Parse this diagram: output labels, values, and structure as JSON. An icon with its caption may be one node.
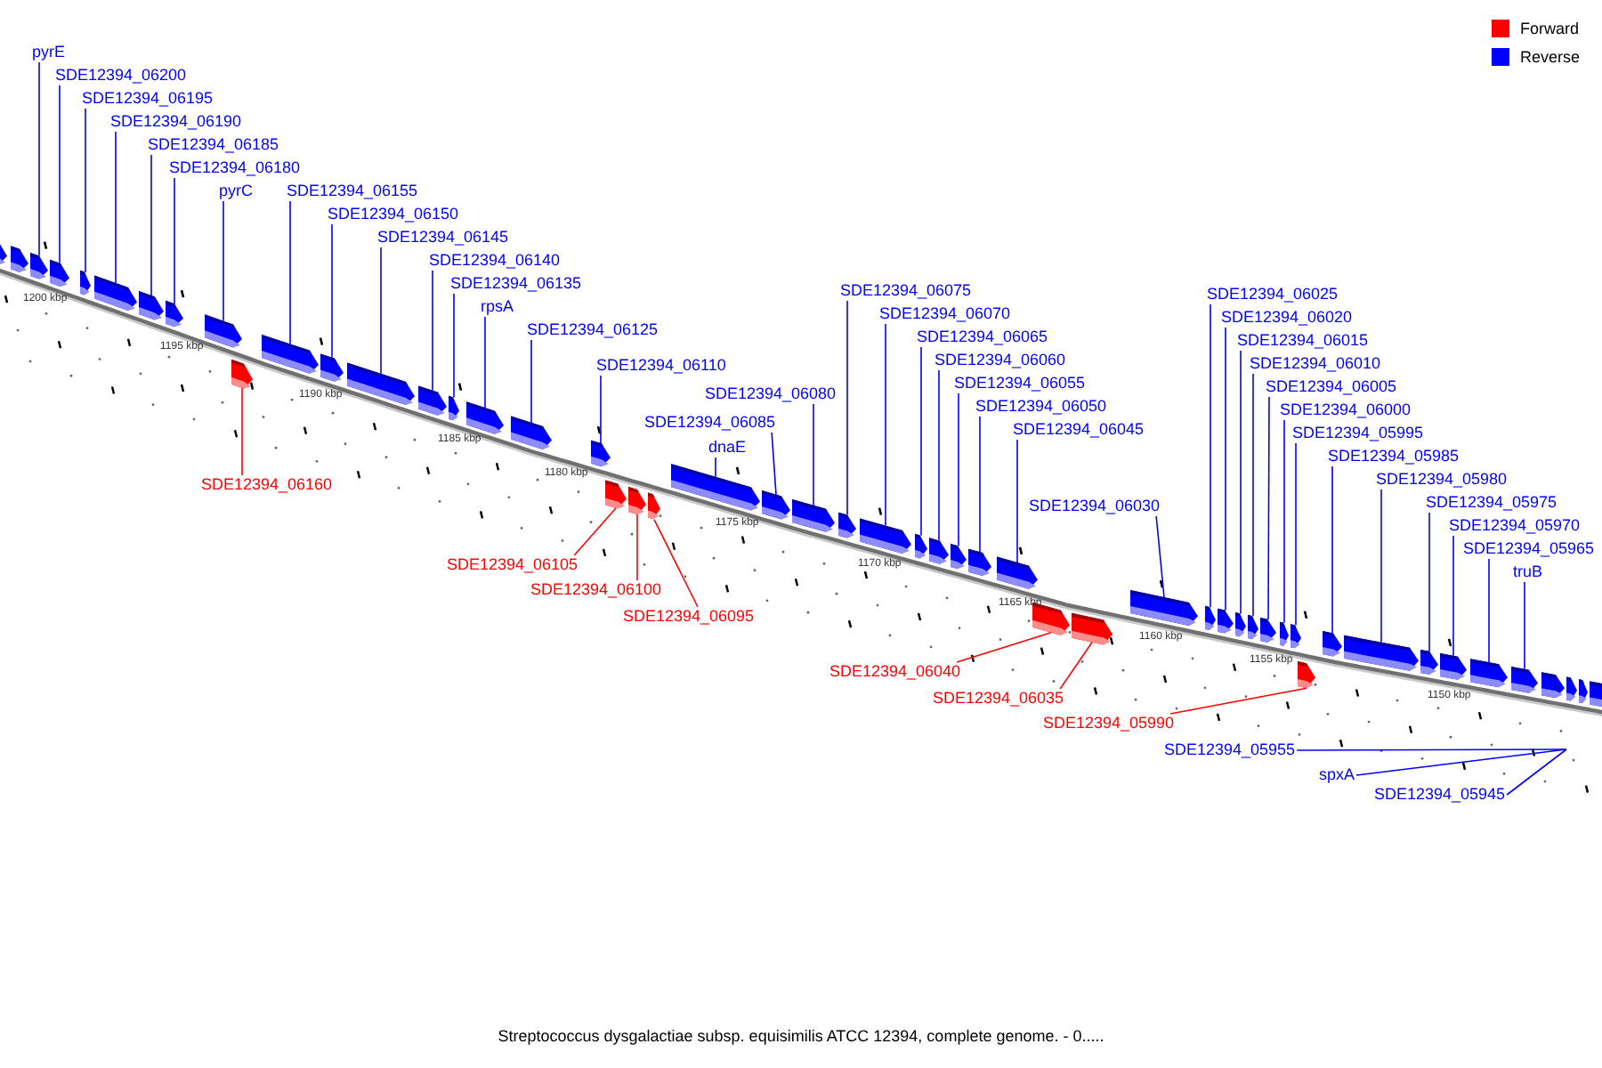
{
  "diagram": {
    "caption": "Streptococcus dysgalactiae subsp. equisimilis ATCC 12394, complete genome. - 0.....",
    "nodes": [
      {
        "text": [],
        "shape": "pentagon"
      },
      {
        "text": [],
        "shape": "pentagon"
      },
      {
        "text": [
          "pyrE"
        ]
      },
      {
        "text": [],
        "shape": "pentagon"
      },
      {
        "text": [
          "SDE12394_06200"
        ]
      },
      {
        "text": [],
        "shape": "pentagon"
      },
      {
        "text": [
          "SDE12394_06195"
        ]
      },
      {
        "text": [],
        "shape": "pentagon"
      },
      {
        "text": [
          "SDE12394_06190"
        ]
      },
      {
        "text": [],
        "shape": "pentagon"
      },
      {
        "text": [
          "SDE12394_06185"
        ]
      },
      {
        "text": [],
        "shape": "pentagon"
      },
      {
        "text": [
          "SDE12394_06180"
        ]
      },
      {
        "text": [],
        "shape": "pentagon"
      },
      {
        "text": [
          "pyrC"
        ]
      },
      {
        "text": [],
        "shape": "pentagon"
      },
      {
        "text": [
          "SDE12394_06160"
        ]
      },
      {
        "text": [],
        "shape": "pentagon"
      },
      {
        "text": [
          "SDE12394_06155"
        ]
      },
      {
        "text": [],
        "shape": "pentagon"
      },
      {
        "text": [
          "SDE12394_06150"
        ]
      },
      {
        "text": [],
        "shape": "pentagon"
      },
      {
        "text": [
          "SDE12394_06145"
        ]
      },
      {
        "text": [],
        "shape": "pentagon"
      },
      {
        "text": [
          "SDE12394_06140"
        ]
      },
      {
        "text": [],
        "shape": "pentagon"
      },
      {
        "text": [
          "SDE12394_06135"
        ]
      },
      {
        "text": [],
        "shape": "pentagon"
      },
      {
        "text": [
          "rpsA"
        ]
      },
      {
        "text": [],
        "shape": "pentagon"
      },
      {
        "text": [
          "SDE12394_06125"
        ]
      },
      {
        "text": [],
        "shape": "pentagon"
      },
      {
        "text": [
          "SDE12394_06110"
        ]
      },
      {
        "text": [],
        "shape": "pentagon"
      },
      {
        "text": [
          "SDE12394_06105"
        ]
      },
      {
        "text": [],
        "shape": "pentagon"
      },
      {
        "text": [
          "SDE12394_06100"
        ]
      },
      {
        "text": [],
        "shape": "pentagon"
      },
      {
        "text": [
          "SDE12394_06095"
        ]
      },
      {
        "text": [],
        "shape": "pentagon"
      },
      {
        "text": [
          "dnaE"
        ]
      },
      {
        "text": [],
        "shape": "pentagon"
      },
      {
        "text": [
          "SDE12394_06085"
        ]
      },
      {
        "text": [],
        "shape": "pentagon"
      },
      {
        "text": [
          "SDE12394_06080"
        ]
      },
      {
        "text": [],
        "shape": "pentagon"
      },
      {
        "text": [
          "SDE12394_06075"
        ]
      },
      {
        "text": [],
        "shape": "pentagon"
      },
      {
        "text": [
          "SDE12394_06070"
        ]
      },
      {
        "text": [],
        "shape": "pentagon"
      },
      {
        "text": [
          "SDE12394_06065"
        ]
      },
      {
        "text": [],
        "shape": "pentagon"
      },
      {
        "text": [
          "SDE12394_06060"
        ]
      },
      {
        "text": [],
        "shape": "pentagon"
      },
      {
        "text": [
          "SDE12394_06055"
        ]
      },
      {
        "text": [],
        "shape": "pentagon"
      },
      {
        "text": [
          "SDE12394_06050"
        ]
      },
      {
        "text": [],
        "shape": "pentagon"
      },
      {
        "text": [
          "SDE12394_06045"
        ]
      },
      {
        "text": [],
        "shape": "pentagon"
      },
      {
        "text": [
          "SDE12394_06040"
        ]
      },
      {
        "text": [],
        "shape": "pentagon"
      },
      {
        "text": [
          "SDE12394_06035"
        ]
      },
      {
        "text": [],
        "shape": "pentagon"
      },
      {
        "text": [
          "SDE12394_06030"
        ]
      },
      {
        "text": [],
        "shape": "pentagon"
      },
      {
        "text": [
          "SDE12394_06025"
        ]
      },
      {
        "text": [],
        "shape": "pentagon"
      },
      {
        "text": [
          "SDE12394_06020"
        ]
      },
      {
        "text": [],
        "shape": "pentagon"
      },
      {
        "text": [
          "SDE12394_06015"
        ]
      },
      {
        "text": [],
        "shape": "pentagon"
      },
      {
        "text": [
          "SDE12394_06010"
        ]
      },
      {
        "text": [],
        "shape": "pentagon"
      },
      {
        "text": [
          "SDE12394_06005"
        ]
      },
      {
        "text": [],
        "shape": "pentagon"
      },
      {
        "text": [
          "SDE12394_06000"
        ]
      },
      {
        "text": [],
        "shape": "pentagon"
      },
      {
        "text": [
          "SDE12394_05995"
        ]
      },
      {
        "text": [],
        "shape": "pentagon"
      },
      {
        "text": [
          "SDE12394_05990"
        ]
      },
      {
        "text": [],
        "shape": "pentagon"
      },
      {
        "text": [
          "SDE12394_05985"
        ]
      },
      {
        "text": [],
        "shape": "pentagon"
      },
      {
        "text": [
          "SDE12394_05980"
        ]
      },
      {
        "text": [],
        "shape": "pentagon"
      },
      {
        "text": [
          "SDE12394_05975"
        ]
      },
      {
        "text": [],
        "shape": "pentagon"
      },
      {
        "text": [
          "SDE12394_05970"
        ]
      },
      {
        "text": [],
        "shape": "pentagon"
      },
      {
        "text": [
          "SDE12394_05965"
        ]
      },
      {
        "text": [],
        "shape": "pentagon"
      },
      {
        "text": [
          "truB"
        ]
      },
      {
        "text": [],
        "shape": "pentagon"
      },
      {
        "text": [],
        "shape": "pentagon"
      },
      {
        "text": [],
        "shape": "pentagon"
      },
      {
        "text": [],
        "shape": "pentagon"
      },
      {
        "text": [],
        "shape": "pentagon"
      },
      {
        "text": [
          "SDE12394_05955"
        ]
      },
      {
        "text": [
          "spxA"
        ]
      },
      {
        "text": [
          "SDE12394_05945"
        ]
      }
    ],
    "edges": [
      {
        "from": 2,
        "to": 3,
        "arrow": "none"
      },
      {
        "from": 4,
        "to": 5,
        "arrow": "none"
      },
      {
        "from": 6,
        "to": 7,
        "arrow": "none"
      },
      {
        "from": 8,
        "to": 9,
        "arrow": "none"
      },
      {
        "from": 10,
        "to": 11,
        "arrow": "none"
      },
      {
        "from": 12,
        "to": 13,
        "arrow": "none"
      },
      {
        "from": 14,
        "to": 15,
        "arrow": "none"
      },
      {
        "from": 16,
        "to": 17,
        "arrow": "none",
        "color": "#ff0000"
      },
      {
        "from": 18,
        "to": 19,
        "arrow": "none"
      },
      {
        "from": 20,
        "to": 21,
        "arrow": "none"
      },
      {
        "from": 22,
        "to": 23,
        "arrow": "none"
      },
      {
        "from": 24,
        "to": 25,
        "arrow": "none"
      },
      {
        "from": 26,
        "to": 27,
        "arrow": "none"
      },
      {
        "from": 28,
        "to": 29,
        "arrow": "none"
      },
      {
        "from": 30,
        "to": 31,
        "arrow": "none"
      },
      {
        "from": 32,
        "to": 33,
        "arrow": "none"
      },
      {
        "from": 34,
        "to": 35,
        "arrow": "none",
        "color": "#ff0000"
      },
      {
        "from": 36,
        "to": 37,
        "arrow": "none",
        "color": "#ff0000"
      },
      {
        "from": 38,
        "to": 39,
        "arrow": "none",
        "color": "#ff0000"
      },
      {
        "from": 40,
        "to": 41,
        "arrow": "none"
      },
      {
        "from": 42,
        "to": 43,
        "arrow": "none"
      },
      {
        "from": 44,
        "to": 45,
        "arrow": "none"
      },
      {
        "from": 46,
        "to": 47,
        "arrow": "none"
      },
      {
        "from": 48,
        "to": 49,
        "arrow": "none"
      },
      {
        "from": 50,
        "to": 51,
        "arrow": "none"
      },
      {
        "from": 52,
        "to": 53,
        "arrow": "none"
      },
      {
        "from": 54,
        "to": 55,
        "arrow": "none"
      },
      {
        "from": 56,
        "to": 57,
        "arrow": "none"
      },
      {
        "from": 58,
        "to": 59,
        "arrow": "none"
      },
      {
        "from": 60,
        "to": 61,
        "arrow": "none",
        "color": "#ff0000"
      },
      {
        "from": 62,
        "to": 63,
        "arrow": "none",
        "color": "#ff0000"
      },
      {
        "from": 64,
        "to": 65,
        "arrow": "none"
      },
      {
        "from": 66,
        "to": 67,
        "arrow": "none"
      },
      {
        "from": 68,
        "to": 69,
        "arrow": "none"
      },
      {
        "from": 70,
        "to": 71,
        "arrow": "none"
      },
      {
        "from": 72,
        "to": 73,
        "arrow": "none"
      },
      {
        "from": 74,
        "to": 75,
        "arrow": "none"
      },
      {
        "from": 76,
        "to": 77,
        "arrow": "none"
      },
      {
        "from": 78,
        "to": 79,
        "arrow": "none"
      },
      {
        "from": 80,
        "to": 81,
        "arrow": "none",
        "color": "#ff0000"
      },
      {
        "from": 82,
        "to": 83,
        "arrow": "none"
      },
      {
        "from": 84,
        "to": 85,
        "arrow": "none"
      },
      {
        "from": 86,
        "to": 87,
        "arrow": "none"
      },
      {
        "from": 88,
        "to": 89,
        "arrow": "none"
      },
      {
        "from": 90,
        "to": 91,
        "arrow": "none"
      },
      {
        "from": 92,
        "to": 93,
        "arrow": "none"
      },
      {
        "from": 98,
        "to": null,
        "arrow": "none"
      },
      {
        "from": 99,
        "to": null,
        "arrow": "none"
      },
      {
        "from": 100,
        "to": null,
        "arrow": "none"
      }
    ],
    "labels": [
      "1200 kbp",
      "1195 kbp",
      "1190 kbp",
      "1185 kbp",
      "1180 kbp",
      "1175 kbp",
      "1170 kbp",
      "1165 kbp",
      "1160 kbp",
      "1155 kbp",
      "1150 kbp"
    ],
    "legend": [
      {
        "text": "Forward",
        "color": "#ff0000"
      },
      {
        "text": "Reverse",
        "color": "#0000ff"
      }
    ]
  }
}
